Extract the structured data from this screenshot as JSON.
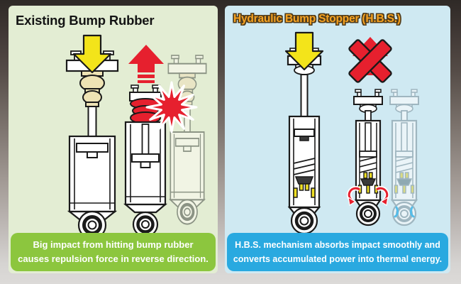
{
  "left_panel": {
    "title": "Existing Bump Rubber",
    "caption": {
      "line1": "Big impact from hitting bump rubber",
      "line2": "causes repulsion force in reverse direction."
    },
    "background_color": "#e3edd3",
    "caption_color": "#8cc63e",
    "title_color": "#141414",
    "icons": [
      "force-down-arrow",
      "repulsion-up-arrow",
      "impact-starburst",
      "bump-rubber",
      "shock-absorber"
    ]
  },
  "right_panel": {
    "title": "Hydraulic Bump Stopper (H.B.S.)",
    "caption": {
      "line1": "H.B.S. mechanism absorbs impact smoothly and",
      "line2": "converts accumulated power into thermal energy."
    },
    "background_color": "#cfe9f2",
    "caption_color": "#29a9e0",
    "title_color": "#f7a322",
    "icons": [
      "force-down-arrow",
      "no-repulsion-x",
      "oil-flow-arrows",
      "hydraulic-bump-stopper-shock"
    ]
  },
  "colors": {
    "impact_red": "#e6202e",
    "arrow_yellow": "#f3e41a",
    "bump_rubber_cream": "#eee3b4",
    "outline_ink": "#1a1a1a",
    "caption_text": "#ffffff",
    "frame_dark": "#2f2a27",
    "frame_light": "#dcdad8"
  }
}
